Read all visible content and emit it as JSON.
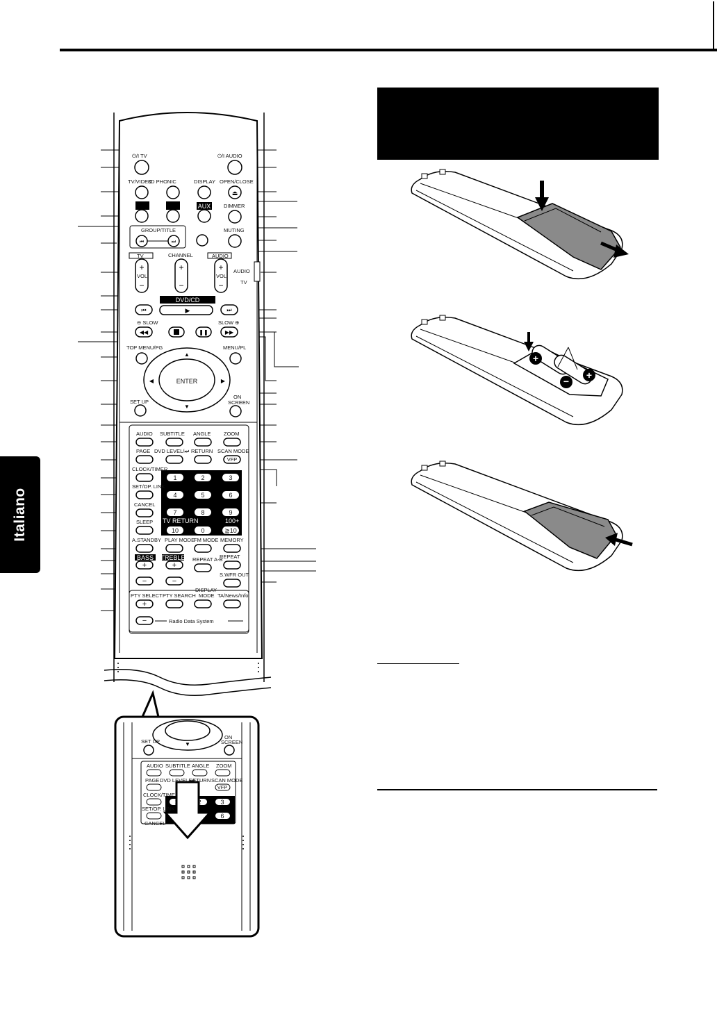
{
  "side_tab": {
    "language": "Italiano"
  },
  "remote": {
    "labels": {
      "power_tv": "⏻/I TV",
      "power_audio": "⏻/I AUDIO",
      "tv_video": "TV/VIDEO",
      "phonic": "3D PHONIC",
      "display": "DISPLAY",
      "open_close": "OPEN/CLOSE",
      "aux": "AUX",
      "dimmer": "DIMMER",
      "muting": "MUTING",
      "group_title": "GROUP/TITLE",
      "tv": "TV",
      "channel": "CHANNEL",
      "audio_vol": "AUDIO",
      "vol": "VOL",
      "switch_audio": "AUDIO",
      "switch_tv": "TV",
      "dvd_cd": "DVD/CD",
      "slow_minus": "⊖ SLOW",
      "slow_plus": "SLOW ⊕",
      "top_menu": "TOP MENU/PG",
      "menu_pl": "MENU/PL",
      "enter": "ENTER",
      "set_up": "SET UP",
      "on_screen_1": "ON",
      "on_screen_2": "SCREEN",
      "audio": "AUDIO",
      "subtitle": "SUBTITLE",
      "angle": "ANGLE",
      "zoom": "ZOOM",
      "page": "PAGE",
      "dvd_level": "DVD LEVEL/⏭",
      "return": "RETURN",
      "scan_mode": "SCAN MODE",
      "vfp": "VFP",
      "clock_timer": "CLOCK/TIMER",
      "set_op_link": "SET/OP. LINK",
      "cancel": "CANCEL",
      "sleep": "SLEEP",
      "tv_return": "TV RETURN",
      "hundred_plus": "100+",
      "ten": "10",
      "zero": "0",
      "ge10": "≧10",
      "a_standby": "A.STANDBY",
      "play_mode": "PLAY MODE",
      "fm_mode": "FM MODE",
      "memory": "MEMORY",
      "bass": "BASS",
      "treble": "TREBLE",
      "repeat_ab": "REPEAT A-B",
      "repeat": "REPEAT",
      "swfr_out": "S.WFR OUT",
      "pty_select": "PTY SELECT",
      "pty_search": "PTY SEARCH",
      "display_mode_1": "DISPLAY",
      "display_mode_2": "MODE",
      "ta_news_info": "TA/News/Info",
      "radio_data_system": "Radio Data System"
    },
    "number_keys": [
      "1",
      "2",
      "3",
      "4",
      "5",
      "6",
      "7",
      "8",
      "9"
    ]
  },
  "inset": {
    "labels": {
      "set_up": "SET UP",
      "on_screen_1": "ON",
      "on_screen_2": "SCREEN",
      "audio": "AUDIO",
      "subtitle": "SUBTITLE",
      "angle": "ANGLE",
      "zoom": "ZOOM",
      "page": "PAGE",
      "dvd_level": "DVD LEVEL/⏭",
      "return": "RETURN",
      "scan_mode": "SCAN MODE",
      "vfp": "VFP",
      "clock_timer": "CLOCK/TIMER",
      "set_op_link": "SET/OP. LINK",
      "cancel": "CANCEL"
    },
    "number_keys": [
      "1",
      "2",
      "3",
      "6"
    ]
  },
  "colors": {
    "ink": "#000000",
    "remote_body": "#ffffff",
    "battery_cover": "#8a8a8a",
    "keypad": "#000000"
  }
}
